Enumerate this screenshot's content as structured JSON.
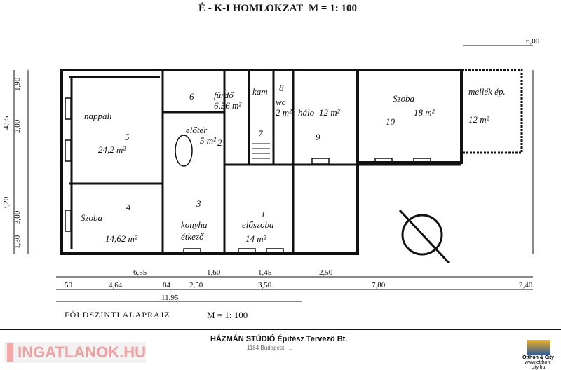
{
  "header": {
    "title": "É - K-I HOMLOKZAT",
    "scale": "M = 1: 100"
  },
  "plan": {
    "title": "FÖLDSZINTI ALAPRAJZ",
    "scale": "M = 1: 100"
  },
  "rooms": [
    {
      "num": "5",
      "name": "nappali",
      "area": "24,2 m²"
    },
    {
      "num": "4",
      "name": "Szoba",
      "area": "14,62 m²"
    },
    {
      "num": "6",
      "name": "fürdő",
      "area": "6,56 m²"
    },
    {
      "num": "2",
      "name": "előtér",
      "area": "5 m²"
    },
    {
      "num": "7",
      "name": "kam",
      "area": ""
    },
    {
      "num": "8",
      "name": "wc",
      "area": "2 m²"
    },
    {
      "num": "9",
      "name": "hálo",
      "area": "12 m²"
    },
    {
      "num": "10",
      "name": "Szoba",
      "area": "18 m²"
    },
    {
      "num": "",
      "name": "mellék ép.",
      "area": "12 m²"
    },
    {
      "num": "1",
      "name": "előszoba",
      "area": "14 m²"
    },
    {
      "num": "3",
      "name": "konyha",
      "area": "étkező"
    }
  ],
  "dims": {
    "bottom1": [
      "6,55",
      "1,60",
      "1,45",
      "2,50"
    ],
    "bottom2": [
      "50",
      "4,64",
      "84",
      "2,50",
      "3,50",
      "7,80",
      "2,40"
    ],
    "total": "11,95",
    "top_right": "6,00",
    "left": [
      "1,90",
      "4,95",
      "2,00",
      "3,20",
      "3,00",
      "1,30"
    ]
  },
  "footer": {
    "studio": "HÁZMÁN STÚDIÓ Építész Tervező Bt.",
    "address": "1184 Budapest, ...",
    "watermark": "INGATLANOK.HU",
    "brand": "Otthon & City",
    "brand_url": "www.otthon-city.hu"
  }
}
